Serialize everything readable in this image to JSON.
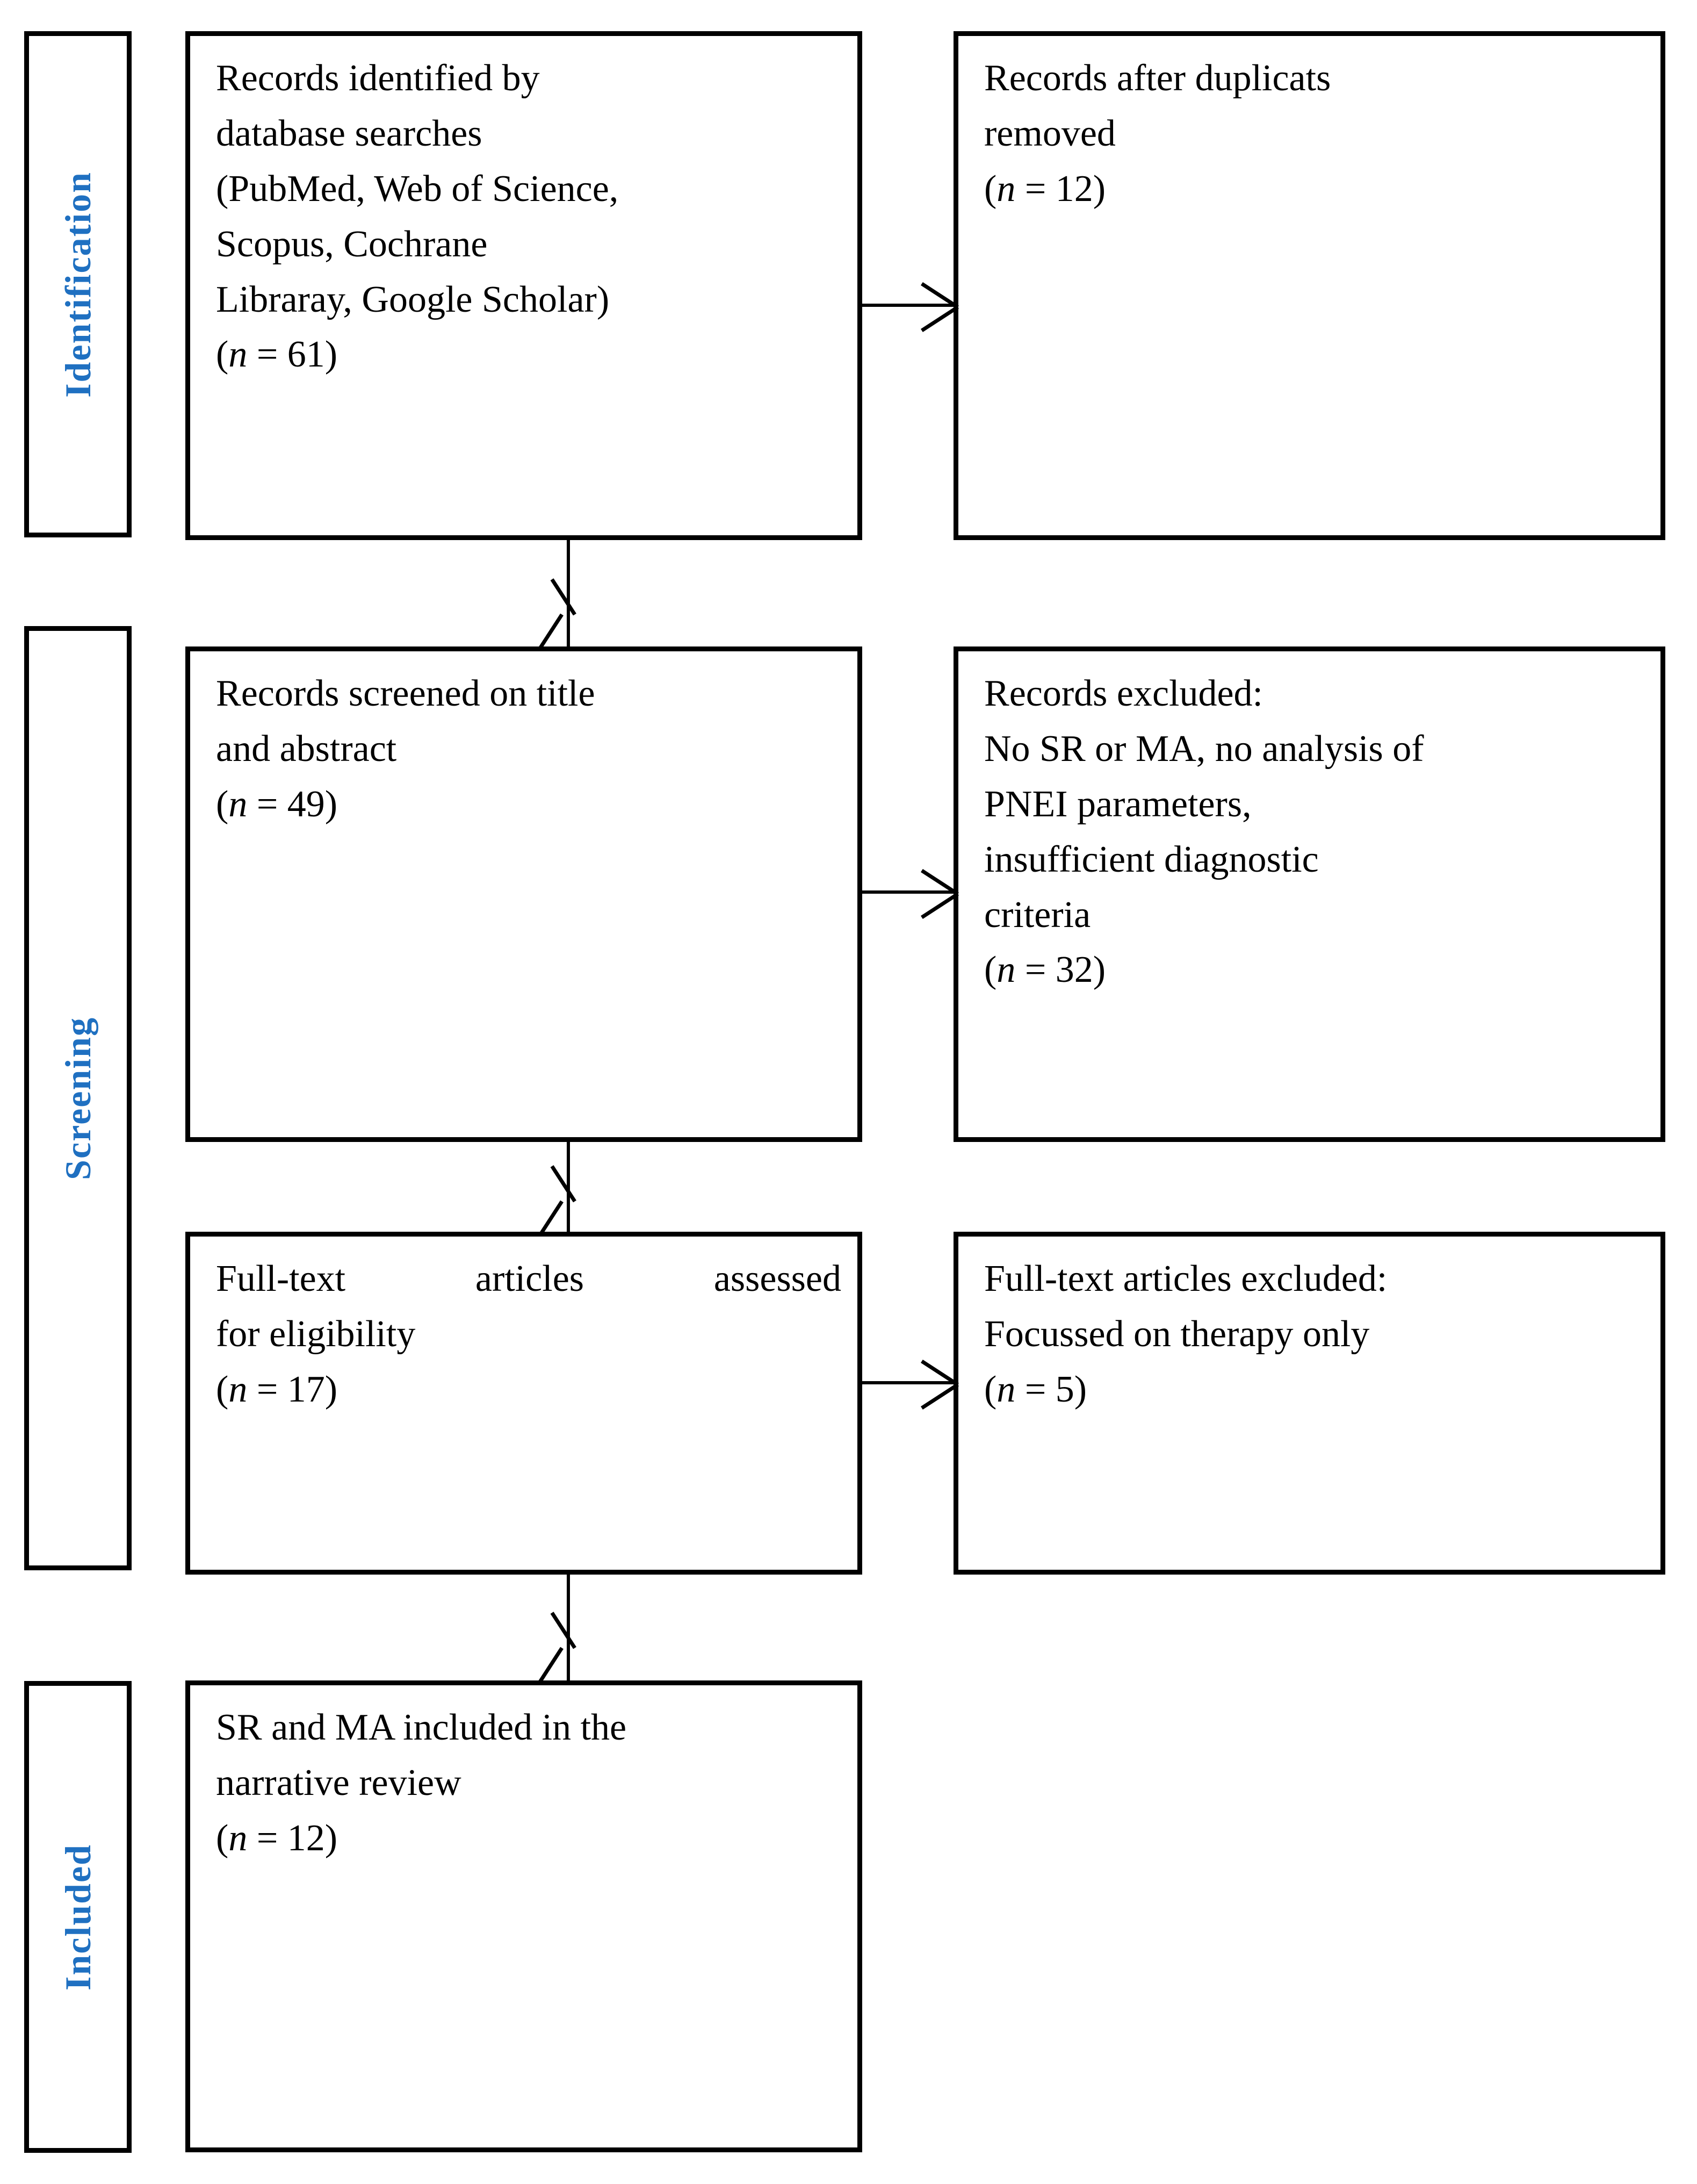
{
  "diagram": {
    "title": "PRISMA flow diagram",
    "accent_color": "#1F70C1",
    "line_color": "#000000",
    "background": "#FFFFFF"
  },
  "stages": [
    {
      "id": "identification",
      "label": "Identification"
    },
    {
      "id": "screening",
      "label": "Screening"
    },
    {
      "id": "included",
      "label": "Included"
    }
  ],
  "boxes": {
    "identified": {
      "lines": [
        "Records identified by",
        "database searches",
        "(PubMed, Web of Science,",
        "Scopus, Cochrane",
        "Libraray, Google Scholar)"
      ],
      "count_open": "(",
      "count_n": "n",
      "count_eq": " = 61)"
    },
    "duplicates_removed": {
      "lines": [
        "Records after duplicats",
        "removed"
      ],
      "count_open": "(",
      "count_n": "n",
      "count_eq": " = 12)"
    },
    "screened": {
      "lines": [
        "Records screened on title",
        "and abstract"
      ],
      "count_open": "(",
      "count_n": "n",
      "count_eq": " = 49)"
    },
    "records_excluded": {
      "lines": [
        "Records excluded:",
        "No SR or MA, no analysis of",
        "PNEI parameters,",
        "insufficient diagnostic",
        "criteria"
      ],
      "count_open": "(",
      "count_n": "n",
      "count_eq": " = 32)"
    },
    "fulltext_assessed": {
      "line_justified": "Full-text articles assessed",
      "lines": [
        "for eligibility"
      ],
      "count_open": "(",
      "count_n": "n",
      "count_eq": " = 17)"
    },
    "fulltext_excluded": {
      "lines": [
        "Full-text articles excluded:",
        "Focussed on therapy only"
      ],
      "count_open": "(",
      "count_n": "n",
      "count_eq": " = 5)"
    },
    "included_final": {
      "lines": [
        "SR and MA included in the",
        "narrative review"
      ],
      "count_open": "(",
      "count_n": "n",
      "count_eq": " = 12)"
    }
  }
}
